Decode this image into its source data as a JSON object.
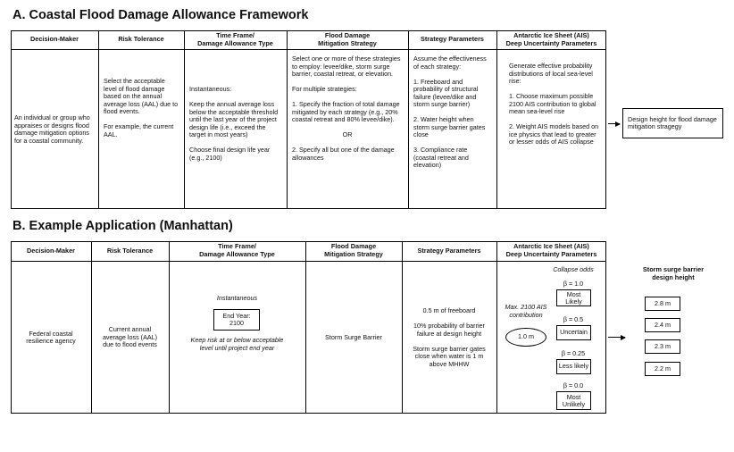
{
  "section_a": {
    "title": "A. Coastal Flood Damage Allowance Framework",
    "headers": {
      "decision_maker": "Decision-Maker",
      "risk_tolerance": "Risk Tolerance",
      "time_frame": "Time Frame/\nDamage Allowance Type",
      "mitigation": "Flood Damage\nMitigation Strategy",
      "parameters": "Strategy Parameters",
      "ais": "Antarctic Ice Sheet (AIS)\nDeep Uncertainty Parameters"
    },
    "decision_maker": "An individual or group who appraises or designs flood damage mitigation options for a coastal community.",
    "risk_tolerance": [
      "Select the acceptable level of flood damage based on the annual average loss (AAL) due to flood events.",
      "For example, the current AAL."
    ],
    "time_frame": [
      "Instantaneous:",
      "Keep the annual average loss below the acceptable threshold until the last year of the project design life (i.e., exceed the target in most years)",
      "Choose final design life year (e.g., 2100)"
    ],
    "mitigation": {
      "p1": "Select one or more of these strategies to employ: levee/dike, storm surge barrier, coastal retreat, or elevation.",
      "p2": "For multiple strategies:",
      "p3": "1. Specify the fraction of total damage mitigated by each strategy (e.g., 20% coastal retreat and 80% levee/dike).",
      "or": "OR",
      "p4": "2. Specify all but one of the damage allowances"
    },
    "parameters": [
      "Assume the effectiveness of each strategy:",
      "1. Freeboard and probability of structural failure (levee/dike and storm surge barrier)",
      "2. Water height when storm surge barrier gates close",
      "3. Compliance rate (coastal retreat and elevation)"
    ],
    "ais": [
      "Generate effective probability distributions of local sea-level rise:",
      "1. Choose maximum possible 2100 AIS contribution to global mean sea-level rise",
      "2. Weight AIS models based on ice physics that lead to greater or lesser odds of AIS collapse"
    ],
    "output": "Design height for flood damage mitigation stragegy"
  },
  "section_b": {
    "title": "B. Example Application (Manhattan)",
    "headers": {
      "decision_maker": "Decision-Maker",
      "risk_tolerance": "Risk Tolerance",
      "time_frame": "Time Frame/\nDamage Allowance Type",
      "mitigation": "Flood Damage\nMitigation Strategy",
      "parameters": "Strategy Parameters",
      "ais": "Antarctic Ice Sheet (AIS)\nDeep Uncertainty Parameters"
    },
    "decision_maker": "Federal coastal resilience agency",
    "risk_tolerance": "Current annual average loss (AAL) due to flood events",
    "time_frame": {
      "label": "Instantaneous",
      "end_year": "End Year:\n2100",
      "note": "Keep risk at or below acceptable level until project end year"
    },
    "mitigation": "Storm Surge Barrier",
    "parameters": [
      "0.5 m of freeboard",
      "10% probability of barrier failure at design height",
      "Storm surge barrier gates close when water is 1 m above MHHW"
    ],
    "ais": {
      "max_label": "Max. 2100 AIS contribution",
      "max_value": "1.0 m",
      "collapse_label": "Collapse odds",
      "odds": [
        {
          "beta": "β = 1.0",
          "label": "Most\nLikely"
        },
        {
          "beta": "β = 0.5",
          "label": "Uncertain"
        },
        {
          "beta": "β = 0.25",
          "label": "Less likely"
        },
        {
          "beta": "β = 0.0",
          "label": "Most\nUnlikely"
        }
      ]
    },
    "output_title": "Storm surge barrier\ndesign height",
    "heights": [
      "2.8 m",
      "2.4 m",
      "2.3 m",
      "2.2 m"
    ]
  }
}
